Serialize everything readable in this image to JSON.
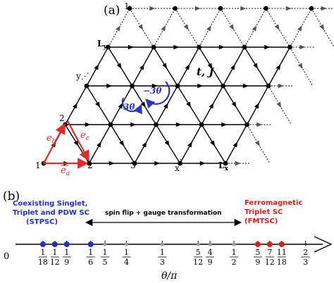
{
  "panel_a": {
    "label": "(a)",
    "row_labels": [
      "1",
      "2",
      "L",
      "y",
      "y",
      "..."
    ],
    "label_ly": "L",
    "label_ly_sub": "y",
    "label_y": "y",
    "label_y_dots": "⋰",
    "label_2_left": "2",
    "label_1_bottom": "1",
    "label_2_bottom": "2",
    "label_3_bottom": "3",
    "label_x_bottom": "x",
    "label_x_dots": "⋮",
    "label_lx": "L",
    "label_lx_sub": "x",
    "label_1_top": "1",
    "coupling_label": "t, J",
    "flux_up": "3θ",
    "flux_down": "−3θ",
    "vec_eb": "e",
    "vec_eb_sub": "b",
    "vec_ec": "e",
    "vec_ec_sub": "c",
    "vec_ea": "e",
    "vec_ea_sub": "a",
    "colors": {
      "lattice": "#000000",
      "basis": "#e8272a",
      "flux": "#2a35c0"
    }
  },
  "panel_b": {
    "label": "(b)",
    "origin_label": "0",
    "axis_label": "θ/π",
    "left_phase": [
      "Coexisting Singlet,",
      "Triplet and PDW SC",
      "(STPSC)"
    ],
    "right_phase": [
      "Ferromagnetic",
      "Triplet SC",
      "(FMTSC)"
    ],
    "arrow_text": "spin flip + gauge transformation",
    "colors": {
      "left_phase": "#1f2fcc",
      "right_phase": "#e01b1b",
      "neutral": "#9a9a9a"
    },
    "ticks": [
      {
        "num": "1",
        "den": "18",
        "value": 0.0556,
        "marker": "blue"
      },
      {
        "num": "1",
        "den": "12",
        "value": 0.0833,
        "marker": "blue"
      },
      {
        "num": "1",
        "den": "9",
        "value": 0.1111,
        "marker": "blue"
      },
      {
        "num": "1",
        "den": "6",
        "value": 0.1667,
        "marker": "blue"
      },
      {
        "num": "1",
        "den": "5",
        "value": 0.2,
        "marker": "gray"
      },
      {
        "num": "1",
        "den": "4",
        "value": 0.25,
        "marker": "gray"
      },
      {
        "num": "1",
        "den": "3",
        "value": 0.3333,
        "marker": "gray"
      },
      {
        "num": "5",
        "den": "12",
        "value": 0.4167,
        "marker": "gray"
      },
      {
        "num": "4",
        "den": "9",
        "value": 0.4444,
        "marker": "gray"
      },
      {
        "num": "1",
        "den": "2",
        "value": 0.5,
        "marker": "gray"
      },
      {
        "num": "5",
        "den": "9",
        "value": 0.5556,
        "marker": "red"
      },
      {
        "num": "7",
        "den": "12",
        "value": 0.5833,
        "marker": "red"
      },
      {
        "num": "11",
        "den": "18",
        "value": 0.6111,
        "marker": "red"
      },
      {
        "num": "2",
        "den": "3",
        "value": 0.6667,
        "marker": "none"
      }
    ]
  }
}
